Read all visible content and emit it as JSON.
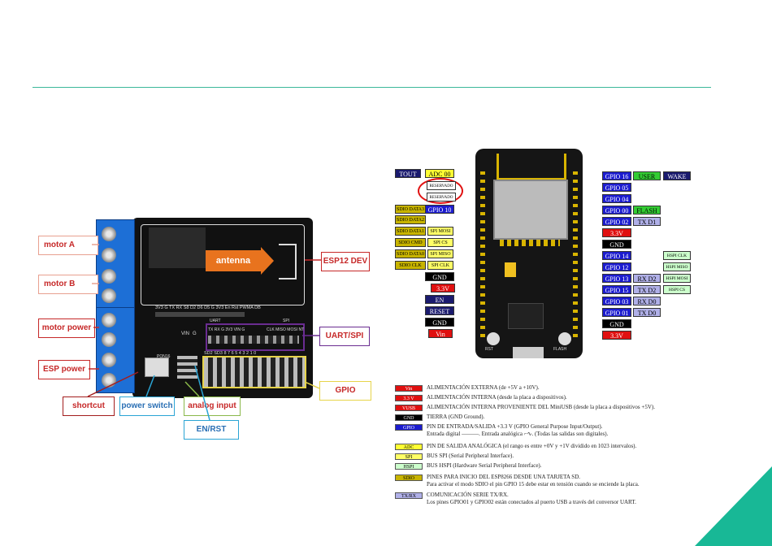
{
  "left_board": {
    "labels": {
      "motor_a": "motor A",
      "motor_b": "motor B",
      "motor_power": "motor power",
      "esp_power": "ESP power",
      "shortcut": "shortcut",
      "power_switch": "power switch",
      "analog_input": "analog input",
      "en_rst": "EN/RST",
      "esp12_dev": "ESP12 DEV",
      "uart_spi": "UART/SPI",
      "gpio": "GPIO"
    },
    "silk": {
      "antenna": "antenna",
      "uart": "UART",
      "spi": "SPI",
      "top_pins": "3V3 G TX RX S8 D2 D6 D5 G 3V3 En Rst PWMA DB",
      "uart_pins": "TX RX G 3V3 VIN G",
      "spi_pins": "CLK MISO MOSI NT",
      "bottom_pins": "SD2 SD3 8 7 6 5 4 3 2 1 0",
      "pon": "PON16",
      "vin": "VIN",
      "g": "G"
    }
  },
  "right_board": {
    "left_pins": [
      {
        "name": "TOUT",
        "bg": "#1a1a6e",
        "fg": "#ffffff"
      },
      {
        "name": "ADC 00",
        "bg": "#ffff33",
        "fg": "#000000"
      },
      {
        "name": "RESERVADO",
        "bg": "#ffffff",
        "fg": "#000000"
      },
      {
        "name": "RESERVADO",
        "bg": "#ffffff",
        "fg": "#000000"
      },
      {
        "name": "SDIO DATA3",
        "bg": "#c8b400",
        "fg": "#000000"
      },
      {
        "name": "GPIO 10",
        "bg": "#1c1ccf",
        "fg": "#ffffff"
      },
      {
        "name": "SDIO DATA2",
        "bg": "#c8b400",
        "fg": "#000000"
      },
      {
        "name": "SDIO DATA1",
        "bg": "#c8b400",
        "fg": "#000000"
      },
      {
        "name": "SPI MOSI",
        "bg": "#ffff66",
        "fg": "#000000"
      },
      {
        "name": "SDIO CMD",
        "bg": "#c8b400",
        "fg": "#000000"
      },
      {
        "name": "SPI CS",
        "bg": "#ffff66",
        "fg": "#000000"
      },
      {
        "name": "SDIO DATA0",
        "bg": "#c8b400",
        "fg": "#000000"
      },
      {
        "name": "SPI MISO",
        "bg": "#ffff66",
        "fg": "#000000"
      },
      {
        "name": "SDIO CLK",
        "bg": "#c8b400",
        "fg": "#000000"
      },
      {
        "name": "SPI CLK",
        "bg": "#ffff66",
        "fg": "#000000"
      },
      {
        "name": "GND",
        "bg": "#000000",
        "fg": "#ffffff"
      },
      {
        "name": "3.3V",
        "bg": "#e01010",
        "fg": "#ffffff"
      },
      {
        "name": "EN",
        "bg": "#1a1a6e",
        "fg": "#ffffff"
      },
      {
        "name": "RESET",
        "bg": "#1a1a6e",
        "fg": "#ffffff"
      },
      {
        "name": "GND",
        "bg": "#000000",
        "fg": "#ffffff"
      },
      {
        "name": "Vin",
        "bg": "#e01010",
        "fg": "#ffffff"
      }
    ],
    "right_pins": [
      {
        "name": "GPIO 16",
        "bg": "#1c1ccf",
        "fg": "#ffffff"
      },
      {
        "name": "USER",
        "bg": "#33cc33",
        "fg": "#000000"
      },
      {
        "name": "WAKE",
        "bg": "#1a1a6e",
        "fg": "#ffffff"
      },
      {
        "name": "GPIO 05",
        "bg": "#1c1ccf",
        "fg": "#ffffff"
      },
      {
        "name": "GPIO 04",
        "bg": "#1c1ccf",
        "fg": "#ffffff"
      },
      {
        "name": "GPIO 00",
        "bg": "#1c1ccf",
        "fg": "#ffffff"
      },
      {
        "name": "FLASH",
        "bg": "#33cc33",
        "fg": "#000000"
      },
      {
        "name": "GPIO 02",
        "bg": "#1c1ccf",
        "fg": "#ffffff"
      },
      {
        "name": "TX D1",
        "bg": "#b0b0e8",
        "fg": "#000000"
      },
      {
        "name": "3.3V",
        "bg": "#e01010",
        "fg": "#ffffff"
      },
      {
        "name": "GND",
        "bg": "#000000",
        "fg": "#ffffff"
      },
      {
        "name": "GPIO 14",
        "bg": "#1c1ccf",
        "fg": "#ffffff"
      },
      {
        "name": "HSPI CLK",
        "bg": "#ccffcc",
        "fg": "#000000"
      },
      {
        "name": "GPIO 12",
        "bg": "#1c1ccf",
        "fg": "#ffffff"
      },
      {
        "name": "HSPI MISO",
        "bg": "#ccffcc",
        "fg": "#000000"
      },
      {
        "name": "GPIO 13",
        "bg": "#1c1ccf",
        "fg": "#ffffff"
      },
      {
        "name": "RX D2",
        "bg": "#b0b0e8",
        "fg": "#000000"
      },
      {
        "name": "HSPI MOSI",
        "bg": "#ccffcc",
        "fg": "#000000"
      },
      {
        "name": "GPIO 15",
        "bg": "#1c1ccf",
        "fg": "#ffffff"
      },
      {
        "name": "TX D2",
        "bg": "#b0b0e8",
        "fg": "#000000"
      },
      {
        "name": "HSPI CS",
        "bg": "#ccffcc",
        "fg": "#000000"
      },
      {
        "name": "GPIO 03",
        "bg": "#1c1ccf",
        "fg": "#ffffff"
      },
      {
        "name": "RX D0",
        "bg": "#b0b0e8",
        "fg": "#000000"
      },
      {
        "name": "GPIO 01",
        "bg": "#1c1ccf",
        "fg": "#ffffff"
      },
      {
        "name": "TX D0",
        "bg": "#b0b0e8",
        "fg": "#000000"
      },
      {
        "name": "GND",
        "bg": "#000000",
        "fg": "#ffffff"
      },
      {
        "name": "3.3V",
        "bg": "#e01010",
        "fg": "#ffffff"
      }
    ],
    "silk_rst": "RST",
    "silk_flash": "FLASH"
  },
  "legend": [
    {
      "chip": "Vin",
      "chip_bg": "#e01010",
      "chip_fg": "#ffffff",
      "text": "ALIMENTACIÓN EXTERNA (de +5V a +10V)."
    },
    {
      "chip": "3.3 V",
      "chip_bg": "#e01010",
      "chip_fg": "#ffffff",
      "text": "ALIMENTACIÓN INTERNA (desde la placa a dispositivos)."
    },
    {
      "chip": "VUSB",
      "chip_bg": "#e01010",
      "chip_fg": "#ffffff",
      "text": "ALIMENTACIÓN INTERNA PROVENIENTE DEL MiniUSB (desde la placa a dispositivos +5V)."
    },
    {
      "chip": "GND",
      "chip_bg": "#000000",
      "chip_fg": "#ffffff",
      "text": "TIERRA (GND Ground)."
    },
    {
      "chip": "GPIO",
      "chip_bg": "#1c1ccf",
      "chip_fg": "#ffffff",
      "text": "PIN DE ENTRADA/SALIDA +3.3 V (GPIO General Purpose Input/Output).",
      "text2": "Entrada digital ———. Entrada analógica ⌐∿. (Todas las salidas son digitales)."
    },
    {
      "chip": "ADC",
      "chip_bg": "#ffff33",
      "chip_fg": "#000000",
      "text": "PIN DE SALIDA ANALÓGICA (el rango es entre +0V y +1V dividido en 1023 intervalos)."
    },
    {
      "chip": "SPI",
      "chip_bg": "#ffff66",
      "chip_fg": "#000000",
      "text": "BUS SPI (Serial Peripheral Interface)."
    },
    {
      "chip": "HSPI",
      "chip_bg": "#ccffcc",
      "chip_fg": "#000000",
      "text": "BUS HSPI (Hardware Serial Peripheral Interface)."
    },
    {
      "chip": "SDIO",
      "chip_bg": "#c8b400",
      "chip_fg": "#000000",
      "text": "PINES PARA INICIO DEL ESP8266 DESDE UNA TARJETA SD.",
      "text2": "Para activar el modo SDIO el pin GPIO 15 debe estar en tensión cuando se enciende la placa."
    },
    {
      "chip": "TX/RX",
      "chip_bg": "#b0b0e8",
      "chip_fg": "#000000",
      "text": "COMUNICACIÓN SERIE TX/RX.",
      "text2": "Los pines GPIO01 y GPIO02 están conectados al puerto USB a través del conversor UART."
    }
  ]
}
